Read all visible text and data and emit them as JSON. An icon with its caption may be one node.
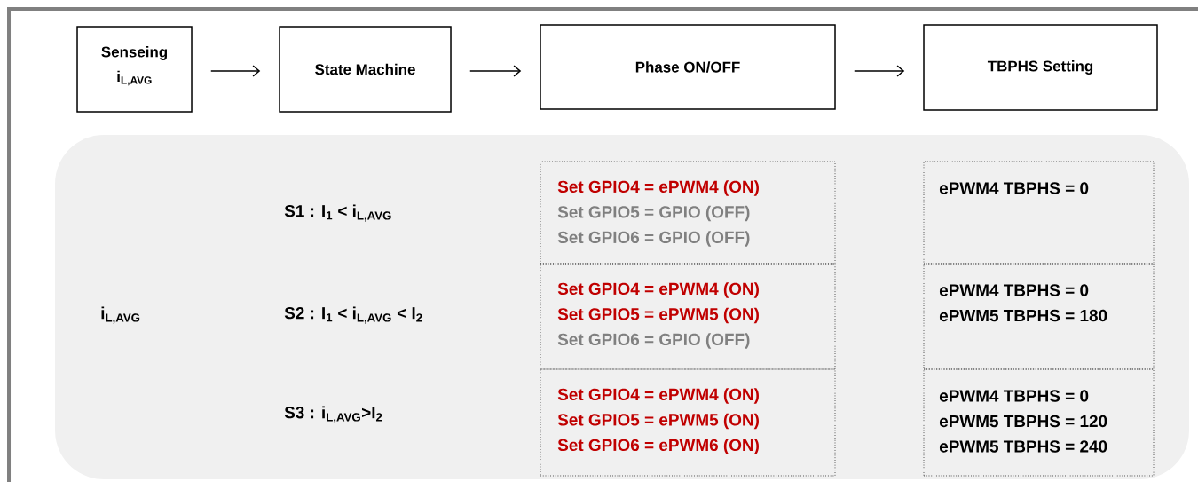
{
  "diagram": {
    "nodes": [
      {
        "text": [
          "Senseing",
          "i$_{L,AVG}$"
        ]
      },
      {
        "text": [
          "State Machine"
        ]
      },
      {
        "text": [
          "Phase ON/OFF"
        ]
      },
      {
        "text": [
          "TBPHS Setting"
        ]
      },
      {
        "text": [],
        "shape": "box"
      },
      {
        "text": [
          "Set GPIO4 = ePWM4 (ON)",
          "Set GPIO5 = GPIO (OFF)",
          "Set GPIO6 = GPIO (OFF)"
        ],
        "in": 4
      },
      {
        "text": [
          "Set GPIO4 = ePWM4 (ON)",
          "Set GPIO5 = ePWM5 (ON)",
          "Set GPIO6 = GPIO (OFF)"
        ],
        "in": 4
      },
      {
        "text": [
          "Set GPIO4 = ePWM4 (ON)",
          "Set GPIO5 = ePWM5 (ON)",
          "Set GPIO6 = ePWM6 (ON)"
        ],
        "in": 4
      },
      {
        "text": [
          "ePWM4 TBPHS = 0"
        ],
        "in": 4
      },
      {
        "text": [
          "ePWM4 TBPHS = 0",
          "ePWM5 TBPHS = 180"
        ],
        "in": 4
      },
      {
        "text": [
          "ePWM4 TBPHS = 0",
          "ePWM5 TBPHS = 120",
          "ePWM5 TBPHS = 240"
        ],
        "in": 4
      }
    ],
    "edges": [
      {
        "from": 0,
        "to": 1,
        "arrow": "to"
      },
      {
        "from": 1,
        "to": 2,
        "arrow": "to"
      },
      {
        "from": 2,
        "to": 3,
        "arrow": "to"
      }
    ],
    "labels": [
      "S1 : I$_{1}$ < i$_{L,AVG}$",
      "i$_{L,AVG}$",
      "S2 : I$_{1}$ < i$_{L,AVG}$ < I$_{2}$",
      "S3 : i$_{L,AVG}$>I$_{2}$"
    ]
  }
}
